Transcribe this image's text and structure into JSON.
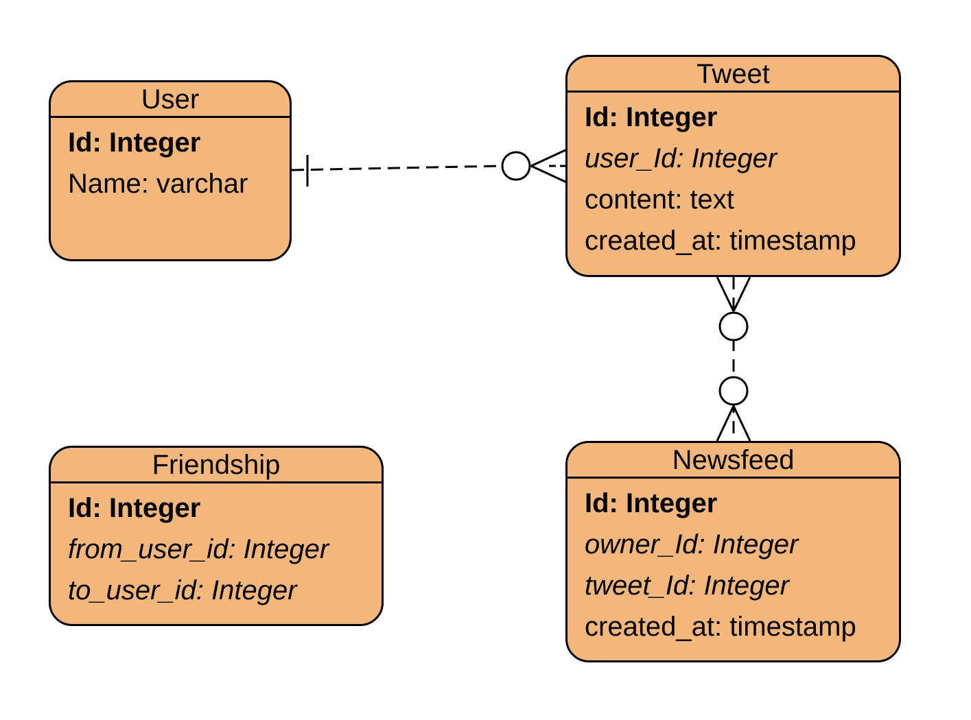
{
  "colors": {
    "entity_fill": "#f4b77b",
    "border": "#000000",
    "background": "#ffffff"
  },
  "entities": {
    "user": {
      "title": "User",
      "attributes": [
        {
          "text": "Id: Integer",
          "style": "pk"
        },
        {
          "text": "Name: varchar",
          "style": "plain"
        }
      ]
    },
    "tweet": {
      "title": "Tweet",
      "attributes": [
        {
          "text": "Id: Integer",
          "style": "pk"
        },
        {
          "text": "user_Id: Integer",
          "style": "fk"
        },
        {
          "text": "content: text",
          "style": "plain"
        },
        {
          "text": "created_at: timestamp",
          "style": "plain"
        }
      ]
    },
    "friendship": {
      "title": "Friendship",
      "attributes": [
        {
          "text": "Id: Integer",
          "style": "pk"
        },
        {
          "text": "from_user_id: Integer",
          "style": "fk"
        },
        {
          "text": "to_user_id: Integer",
          "style": "fk"
        }
      ]
    },
    "newsfeed": {
      "title": "Newsfeed",
      "attributes": [
        {
          "text": "Id: Integer",
          "style": "pk"
        },
        {
          "text": "owner_Id: Integer",
          "style": "fk"
        },
        {
          "text": "tweet_Id: Integer",
          "style": "fk"
        },
        {
          "text": "created_at: timestamp",
          "style": "plain"
        }
      ]
    }
  },
  "relationships": [
    {
      "from": "user",
      "to": "tweet",
      "from_cardinality": "one",
      "to_cardinality": "zero-or-many",
      "line_style": "dashed"
    },
    {
      "from": "tweet",
      "to": "newsfeed",
      "from_cardinality": "zero-or-many",
      "to_cardinality": "zero-or-many",
      "line_style": "dashed"
    }
  ]
}
